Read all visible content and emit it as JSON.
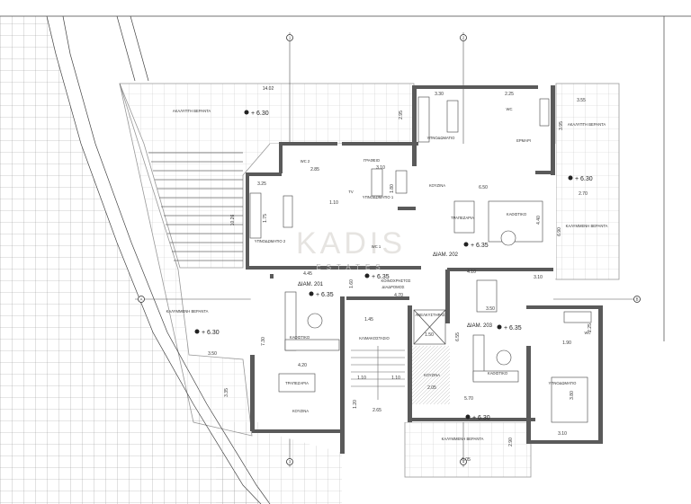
{
  "watermark": {
    "brand": "KADIS",
    "sub": "ESTATES"
  },
  "grid_axes": {
    "markers": [
      "1",
      "2",
      "3",
      "4",
      "A",
      "B"
    ]
  },
  "apartments": {
    "a201": "ΔΙΑΜ. 201",
    "a202": "ΔΙΑΜ. 202",
    "a203": "ΔΙΑΜ. 203"
  },
  "levels": {
    "terrace": "+ 6.30",
    "floor": "+ 6.35"
  },
  "rooms": {
    "uncovered_veranda": "ΑΚΑΛΥΠΤΗ ΒΕΡΑΝΤΑ",
    "covered_veranda": "ΚΑΛΥΜΜΕΝΗ ΒΕΡΑΝΤΑ",
    "bedroom": "ΥΠΝΟΔΩΜΑΤΙΟ",
    "bedroom_1": "ΥΠΝΟΔΩΜΑΤΙΟ 1",
    "bedroom_2": "ΥΠΝΟΔΩΜΑΤΙΟ 2",
    "wc": "WC",
    "wc_1": "WC 1",
    "wc_2": "WC 2",
    "dining": "ΤΡΑΠΕΖΑΡΙΑ",
    "living": "ΚΑΘΙΣΤΙΚΟ",
    "kitchen": "ΚΟΥΖΙΝΑ",
    "corridor_1": "ΚΟΙΝΟΧΡΗΣΤΟΣ",
    "corridor_2": "ΔΙΑΔΡΟΜΟΣ",
    "stairwell": "ΚΛΙΜΑΚΟΣΤΑΣΙΟ",
    "elevator": "ΑΝΕΛΚΥΣΤΗΡΑΣ",
    "desk": "ΓΡΑΦΕΙΟ",
    "cabinet": "ΕΡΜΑΡΙ",
    "tv": "TV"
  },
  "dimensions": {
    "d1": "14.02",
    "d2": "2.95",
    "d3": "3.30",
    "d4": "2.25",
    "d5": "3.55",
    "d6": "3.95",
    "d7": "2.70",
    "d8": "6.50",
    "d9": "6.90",
    "d10": "4.40",
    "d11": "3.25",
    "d12": "2.85",
    "d13": "3.10",
    "d14": "1.80",
    "d15": "1.10",
    "d16": "1.75",
    "d17": "4.45",
    "d18": "1.60",
    "d19": "4.70",
    "d20": "4.10",
    "d21": "3.50",
    "d22": "1.45",
    "d23": "1.50",
    "d24": "6.55",
    "d25": "7.30",
    "d26": "4.20",
    "d27": "3.50",
    "d28": "1.10",
    "d29": "1.10",
    "d30": "2.65",
    "d31": "2.05",
    "d32": "5.70",
    "d33": "1.90",
    "d34": "2.25",
    "d35": "3.80",
    "d36": "3.10",
    "d37": "2.90",
    "d38": "6.05",
    "d39": "3.35",
    "d40": "10.26",
    "d41": "1.20",
    "d42": "3.10"
  }
}
